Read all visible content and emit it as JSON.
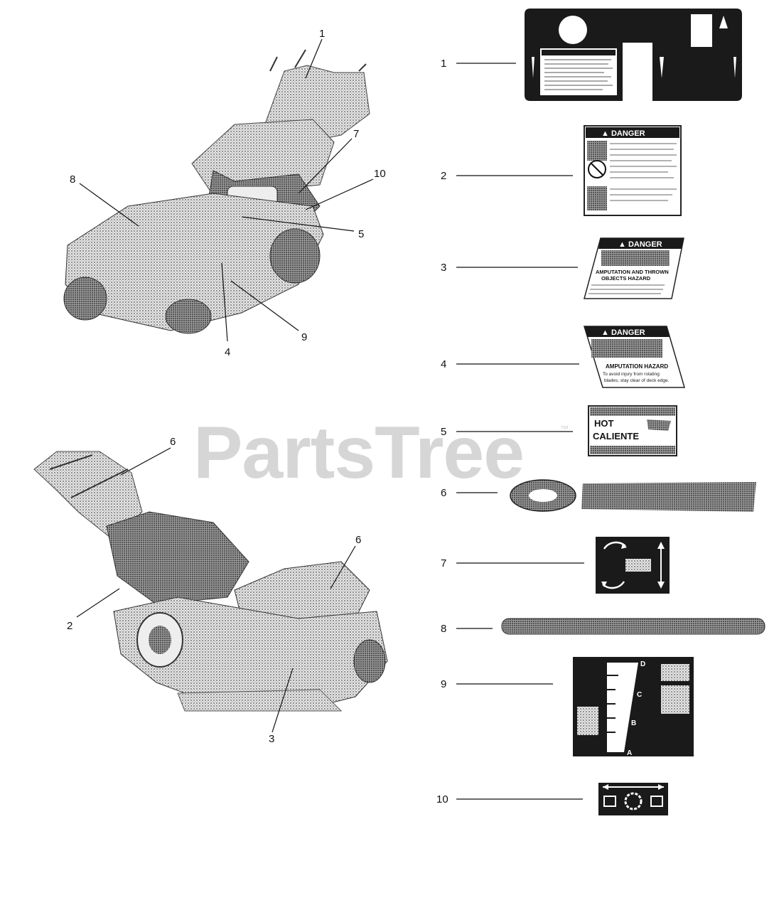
{
  "watermark": {
    "brand": "PartsTree",
    "tm": "™"
  },
  "mower_callouts": {
    "top": [
      "1",
      "7",
      "10",
      "8",
      "5",
      "4",
      "9"
    ],
    "bottom": [
      "6",
      "6",
      "2",
      "3"
    ]
  },
  "decal_numbers": [
    "1",
    "2",
    "3",
    "4",
    "5",
    "6",
    "7",
    "8",
    "9",
    "10"
  ],
  "decals": {
    "d2": {
      "header": "▲ DANGER"
    },
    "d3": {
      "header": "▲ DANGER",
      "line1": "AMPUTATION AND THROWN",
      "line2": "OBJECTS HAZARD"
    },
    "d4": {
      "header": "▲ DANGER",
      "line1": "AMPUTATION HAZARD",
      "line2": "To avoid injury from rotating",
      "line3": "blades, stay clear of deck edge."
    },
    "d5": {
      "hot": "HOT",
      "caliente": "CALIENTE"
    },
    "d9": {
      "a": "A",
      "b": "B",
      "c": "C",
      "d": "D"
    }
  }
}
